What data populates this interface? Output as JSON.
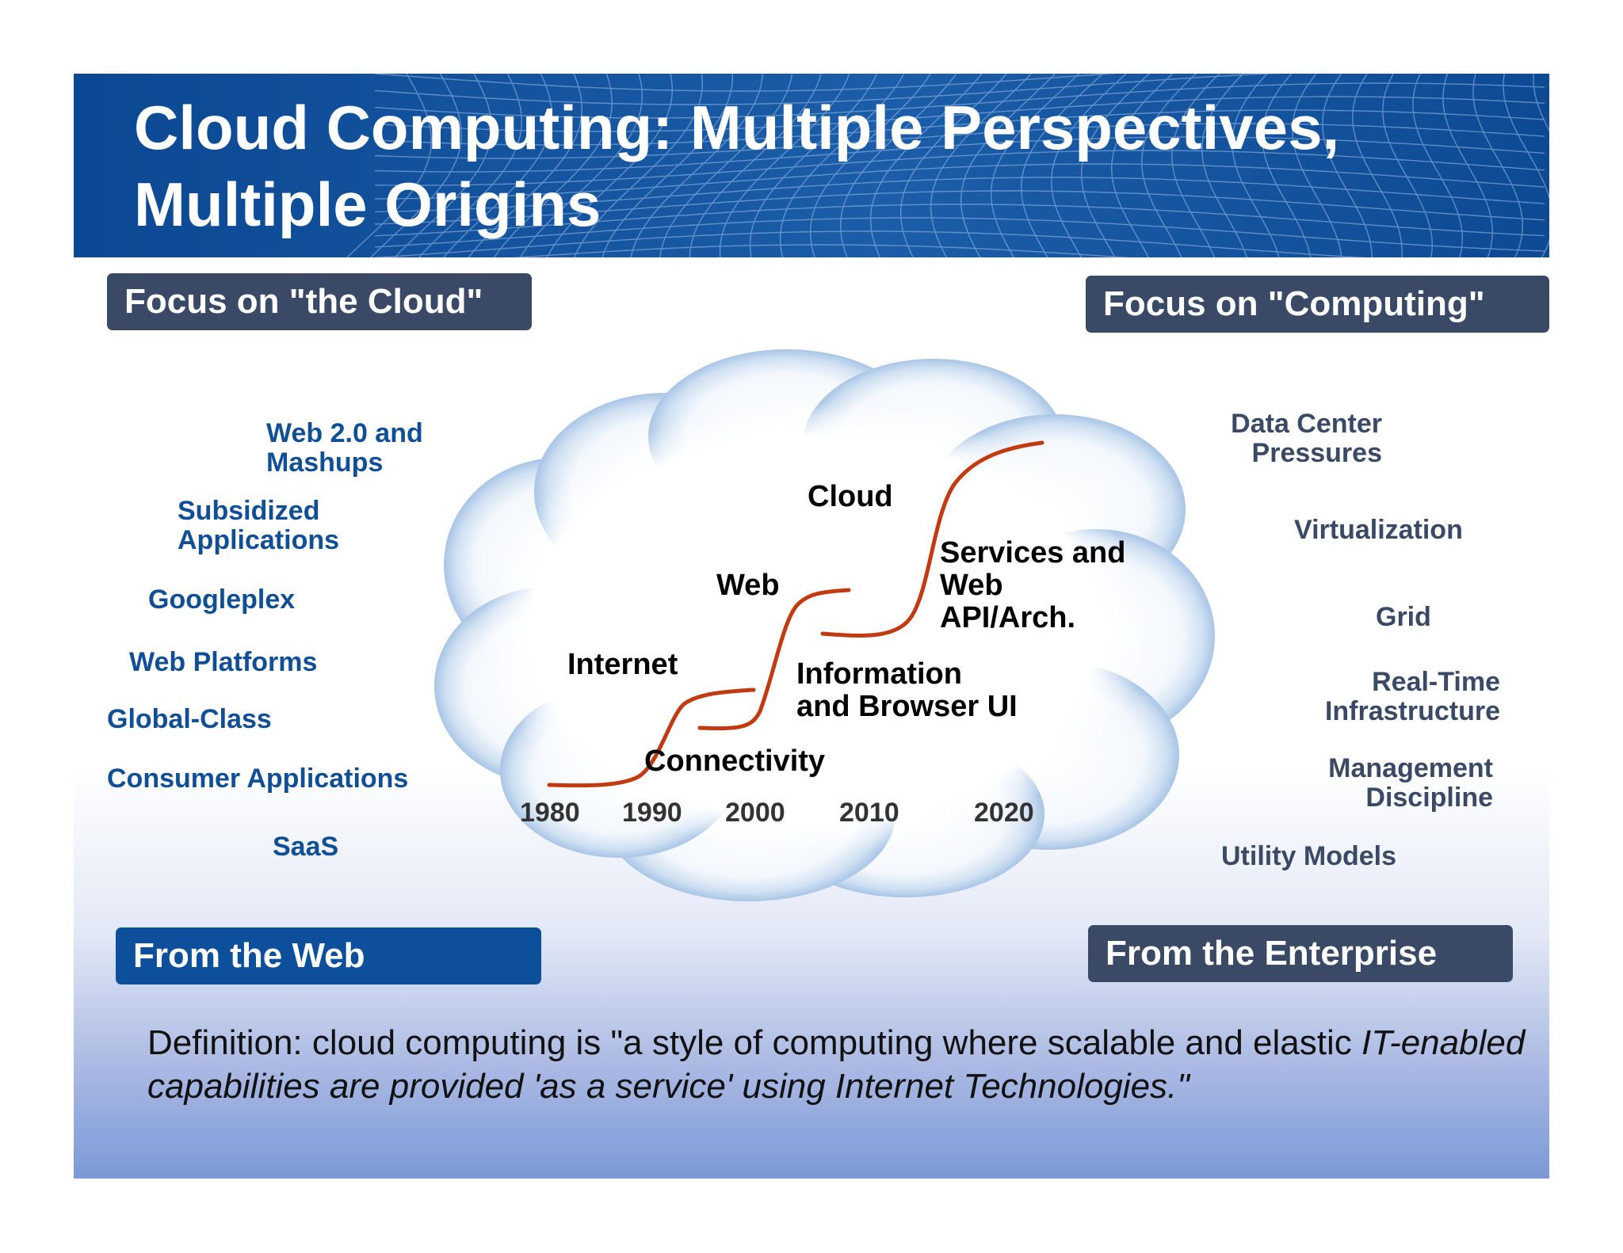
{
  "title": {
    "line1": "Cloud Computing: Multiple Perspectives,",
    "line2": "Multiple Origins"
  },
  "focus_cloud": "Focus on \"the Cloud\"",
  "focus_computing": "Focus on \"Computing\"",
  "from_web": "From the Web",
  "from_enterprise": "From the Enterprise",
  "web_items": [
    "Web 2.0 and",
    "Mashups",
    "Subsidized",
    "Applications",
    "Googleplex",
    "Web Platforms",
    "Global-Class",
    "Consumer Applications",
    "SaaS"
  ],
  "enterprise_items": [
    "Data Center",
    "Pressures",
    "Virtualization",
    "Grid",
    "Real-Time",
    "Infrastructure",
    "Management",
    "Discipline",
    "Utility Models"
  ],
  "cloud_diagram": {
    "stages": {
      "cloud": "Cloud",
      "web": "Web",
      "internet": "Internet",
      "connectivity": "Connectivity",
      "information_1": "Information",
      "information_2": "and Browser UI",
      "services_1": "Services and",
      "services_2": "Web",
      "services_3": "API/Arch."
    },
    "years": [
      "1980",
      "1990",
      "2000",
      "2010",
      "2020"
    ],
    "curve_color": "#c13a12"
  },
  "definition": {
    "plain": "Definition: cloud computing is \"a style of computing where scalable and elastic ",
    "italic": "IT-enabled capabilities are provided 'as a service' using Internet Technologies.\""
  },
  "colors": {
    "header_blue": "#0f4d9a",
    "pill_dark": "#3a4a66",
    "pill_blue": "#0e4f9b",
    "web_text": "#104f96",
    "enterprise_text": "#3a4a66"
  }
}
